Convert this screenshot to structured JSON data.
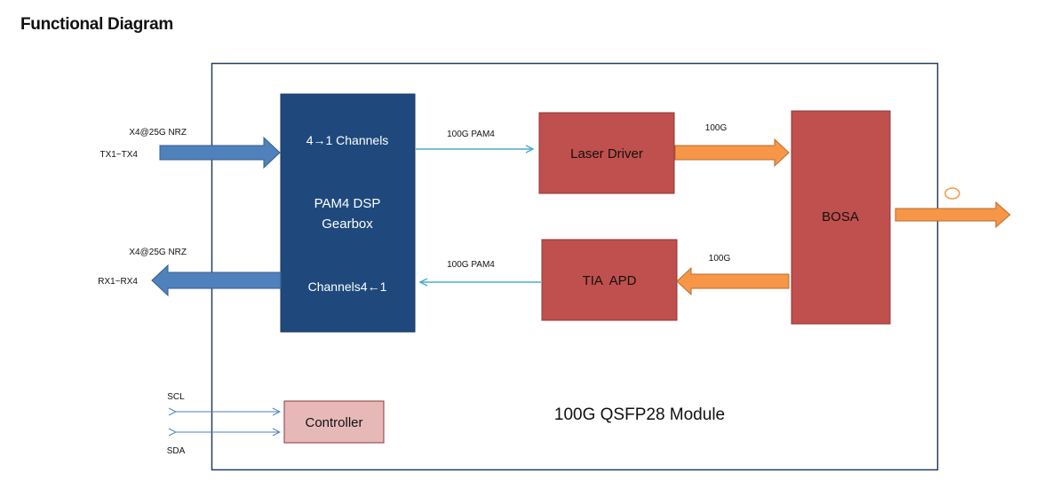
{
  "page": {
    "title": "Functional Diagram"
  },
  "module": {
    "label": "100G QSFP28 Module"
  },
  "blocks": {
    "dsp": {
      "tx_channels": "4→1 Channels",
      "name_line1": "PAM4 DSP",
      "name_line2": "Gearbox",
      "rx_channels": "Channels4←1"
    },
    "laser_driver": "Laser Driver",
    "tia_apd": "TIA  APD",
    "bosa": "BOSA",
    "controller": "Controller"
  },
  "signals": {
    "tx_rate": "X4@25G NRZ",
    "tx_lanes": "TX1~TX4",
    "rx_rate": "X4@25G NRZ",
    "rx_lanes": "RX1~RX4",
    "tx_pam4": "100G PAM4",
    "rx_pam4": "100G PAM4",
    "tx_100g": "100G",
    "rx_100g": "100G",
    "scl": "SCL",
    "sda": "SDA"
  },
  "colors": {
    "dsp_fill": "#1f497d",
    "red_block_fill": "#c0504d",
    "controller_fill": "#e6b9b8",
    "blue_arrow": "#4f81bd",
    "orange_arrow": "#f79646",
    "thin_arrow": "#4bacc6",
    "module_border": "#243f60"
  }
}
